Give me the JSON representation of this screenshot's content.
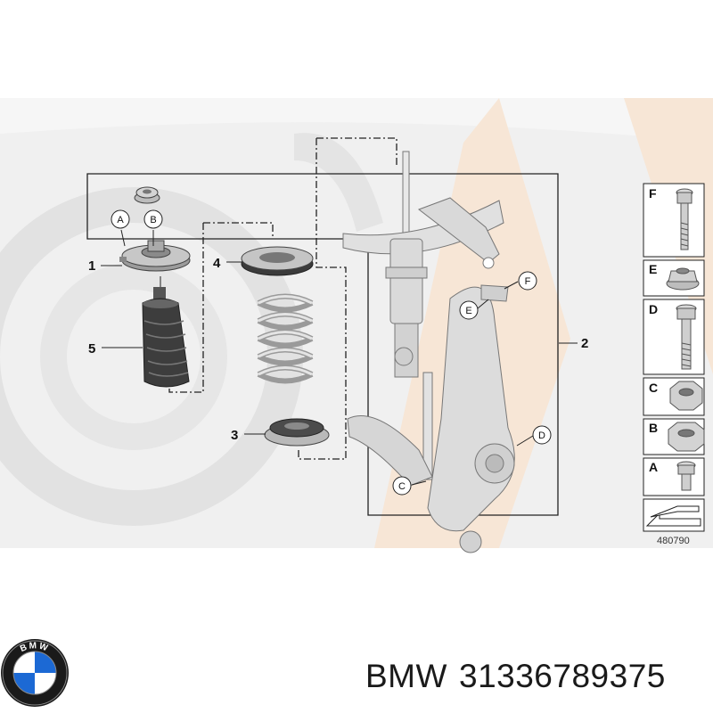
{
  "diagram": {
    "callouts": [
      "1",
      "2",
      "3",
      "4",
      "5"
    ],
    "circle_labels": [
      "A",
      "B",
      "C",
      "D",
      "E",
      "F"
    ],
    "side_panel": [
      "F",
      "E",
      "D",
      "C",
      "B",
      "A"
    ],
    "reference_number": "480790"
  },
  "footer": {
    "brand": "BMW",
    "part_number": "31336789375",
    "logo_text": "BMW"
  },
  "colors": {
    "watermark": "#ebebeb",
    "watermark_accent": "#f6e4d4",
    "line": "#222222",
    "part_fill": "#c9c9c9",
    "part_dark": "#555555",
    "bmw_blue": "#1c69d4"
  }
}
